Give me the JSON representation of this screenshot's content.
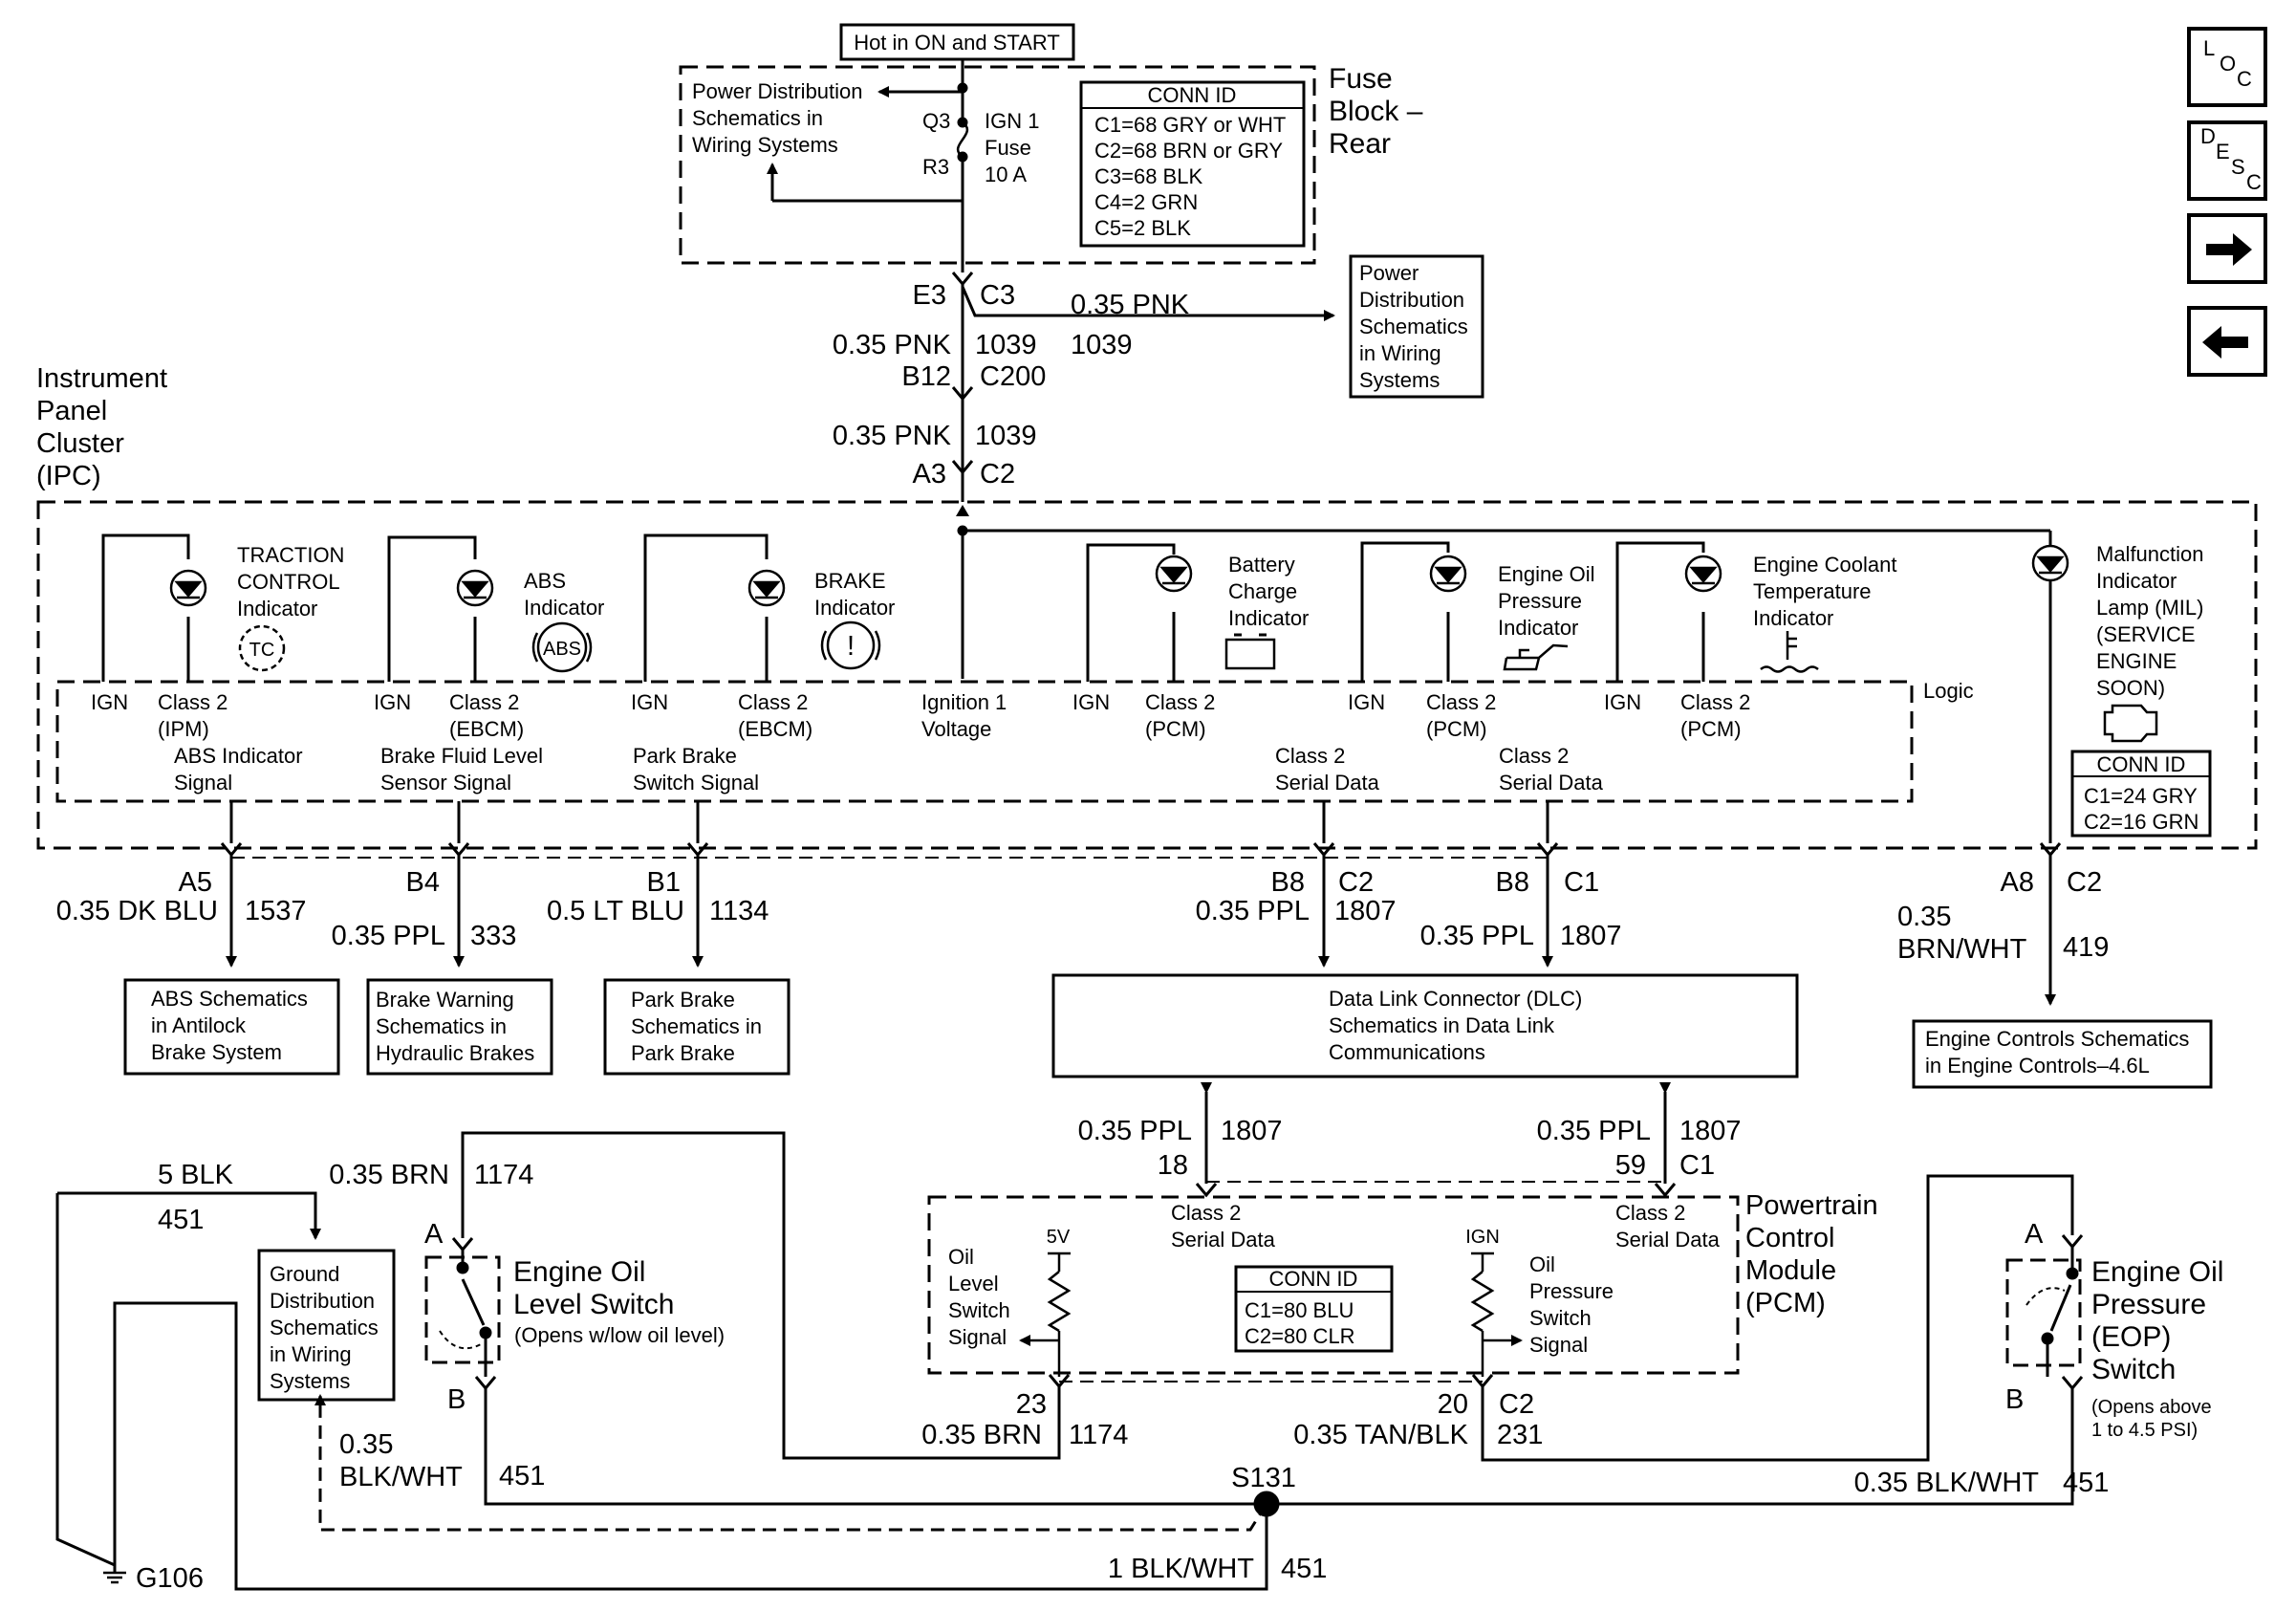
{
  "nav": {
    "loc": [
      "L",
      "O",
      "C"
    ],
    "desc": [
      "D",
      "E",
      "S",
      "C"
    ]
  },
  "fuse": {
    "hot_label": "Hot in ON and START",
    "block_name": [
      "Fuse",
      "Block –",
      "Rear"
    ],
    "pd_ref": [
      "Power Distribution",
      "Schematics in",
      "Wiring Systems"
    ],
    "q3": "Q3",
    "r3": "R3",
    "fuse_label": [
      "IGN 1",
      "Fuse",
      "10 A"
    ],
    "conn_title": "CONN ID",
    "conn_rows": [
      "C1=68 GRY or WHT",
      "C2=68 BRN or GRY",
      "C3=68 BLK",
      "C4=2 GRN",
      "C5=2 BLK"
    ]
  },
  "feed": {
    "e3": "E3",
    "c3": "C3",
    "pnk_right": "0.35 PNK",
    "ckt_right": "1039",
    "pd_box": [
      "Power",
      "Distribution",
      "Schematics",
      "in Wiring",
      "Systems"
    ],
    "pnk1": "0.35 PNK",
    "ckt1": "1039",
    "b12": "B12",
    "c200": "C200",
    "pnk2": "0.35 PNK",
    "ckt2": "1039",
    "a3": "A3",
    "c2": "C2"
  },
  "ipc": {
    "name": [
      "Instrument",
      "Panel",
      "Cluster",
      "(IPC)"
    ],
    "logic": "Logic",
    "traction": [
      "TRACTION",
      "CONTROL",
      "Indicator"
    ],
    "tc": "TC",
    "abs": [
      "ABS",
      "Indicator"
    ],
    "abs_sym": "ABS",
    "brake": [
      "BRAKE",
      "Indicator"
    ],
    "brake_sym": "!",
    "battery": [
      "Battery",
      "Charge",
      "Indicator"
    ],
    "oil": [
      "Engine Oil",
      "Pressure",
      "Indicator"
    ],
    "coolant": [
      "Engine Coolant",
      "Temperature",
      "Indicator"
    ],
    "mil": [
      "Malfunction",
      "Indicator",
      "Lamp (MIL)",
      "(SERVICE",
      "ENGINE",
      "SOON)"
    ],
    "ign": "IGN",
    "c2_ipm": [
      "Class 2",
      "(IPM)"
    ],
    "c2_ebcm": [
      "Class 2",
      "(EBCM)"
    ],
    "c2_pcm": [
      "Class 2",
      "(PCM)"
    ],
    "abs_sig": [
      "ABS Indicator",
      "Signal"
    ],
    "bfl_sig": [
      "Brake Fluid Level",
      "Sensor Signal"
    ],
    "pb_sig": [
      "Park Brake",
      "Switch Signal"
    ],
    "ign1": [
      "Ignition 1",
      "Voltage"
    ],
    "serial": [
      "Class 2",
      "Serial Data"
    ],
    "conn_title": "CONN ID",
    "conn_rows": [
      "C1=24 GRY",
      "C2=16 GRN"
    ]
  },
  "outs": {
    "a5": "A5",
    "w1537": "0.35 DK BLU",
    "c1537": "1537",
    "b4": "B4",
    "w333": "0.35 PPL",
    "c333": "333",
    "b1": "B1",
    "w1134": "0.5 LT BLU",
    "c1134": "1134",
    "b8a": "B8",
    "c2a": "C2",
    "w1807a": "0.35 PPL",
    "c1807a": "1807",
    "b8b": "B8",
    "c1b": "C1",
    "w1807b": "0.35 PPL",
    "c1807b": "1807",
    "a8": "A8",
    "c2c": "C2",
    "w419": [
      "0.35",
      "BRN/WHT"
    ],
    "c419": "419",
    "abs_box": [
      "ABS Schematics",
      "in Antilock",
      "Brake System"
    ],
    "bw_box": [
      "Brake Warning",
      "Schematics in",
      "Hydraulic Brakes"
    ],
    "pb_box": [
      "Park Brake",
      "Schematics in",
      "Park Brake"
    ],
    "dlc_box": [
      "Data Link Connector (DLC)",
      "Schematics in Data Link",
      "Communications"
    ],
    "ec_box": [
      "Engine Controls Schematics",
      "in Engine Controls–4.6L"
    ]
  },
  "pcm": {
    "w1807l": "0.35 PPL",
    "c1807l": "1807",
    "p18": "18",
    "w1807r": "0.35 PPL",
    "c1807r": "1807",
    "p59": "59",
    "c1": "C1",
    "name": [
      "Powertrain",
      "Control",
      "Module",
      "(PCM)"
    ],
    "serial_l": [
      "Class 2",
      "Serial Data"
    ],
    "serial_r": [
      "Class 2",
      "Serial Data"
    ],
    "v5": "5V",
    "ign": "IGN",
    "oil_level": [
      "Oil",
      "Level",
      "Switch",
      "Signal"
    ],
    "oil_press": [
      "Oil",
      "Pressure",
      "Switch",
      "Signal"
    ],
    "conn_title": "CONN ID",
    "conn_rows": [
      "C1=80 BLU",
      "C2=80 CLR"
    ],
    "p23": "23",
    "w1174b": "0.35 BRN",
    "c1174b": "1174",
    "p20": "20",
    "c2": "C2",
    "w231": "0.35 TAN/BLK",
    "c231": "231"
  },
  "bottom": {
    "w5blk": "5 BLK",
    "c451a": "451",
    "w1174": "0.35 BRN",
    "c1174": "1174",
    "gd_box": [
      "Ground",
      "Distribution",
      "Schematics",
      "in Wiring",
      "Systems"
    ],
    "a_l": "A",
    "b_l": "B",
    "eols": [
      "Engine Oil",
      "Level Switch"
    ],
    "eols_note": "(Opens w/low oil level)",
    "w451l": [
      "0.35",
      "BLK/WHT"
    ],
    "c451l": "451",
    "s131": "S131",
    "w451r": "0.35 BLK/WHT",
    "c451r": "451",
    "w451b": "1 BLK/WHT",
    "c451b": "451",
    "g106": "G106",
    "a_r": "A",
    "b_r": "B",
    "eop": [
      "Engine Oil",
      "Pressure",
      "(EOP)",
      "Switch"
    ],
    "eop_note": [
      "(Opens above",
      "1 to 4.5 PSI)"
    ]
  }
}
